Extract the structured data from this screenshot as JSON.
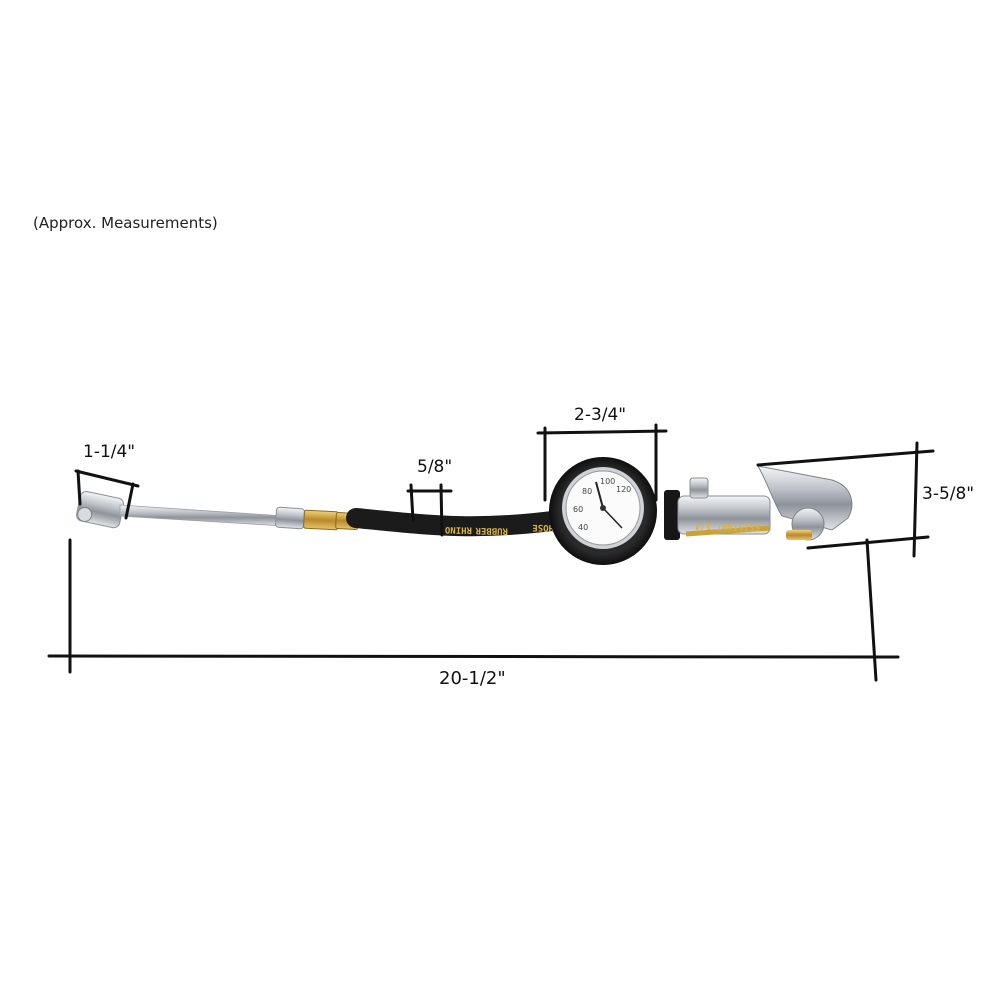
{
  "note": "(Approx. Measurements)",
  "dimensions": {
    "nozzle_width": "1-1/4\"",
    "hose_width": "5/8\"",
    "gauge_diameter": "2-3/4\"",
    "handle_height": "3-5/8\"",
    "overall_length": "20-1/2\""
  },
  "hose_text": {
    "segment_1": "RHINO",
    "segment_2": "RUBBER",
    "segment_3": "HOSE",
    "segment_4": "ESISTANT 1/4",
    "segment_5": "00 PS"
  },
  "gauge": {
    "ticks": [
      "40",
      "60",
      "80",
      "100",
      "120"
    ]
  },
  "colors": {
    "dimension_line": "#111111",
    "chrome": "#c9ccd1",
    "hose": "#1b1b1b",
    "brass": "#c9a23a",
    "hose_print": "#d9b24a"
  }
}
